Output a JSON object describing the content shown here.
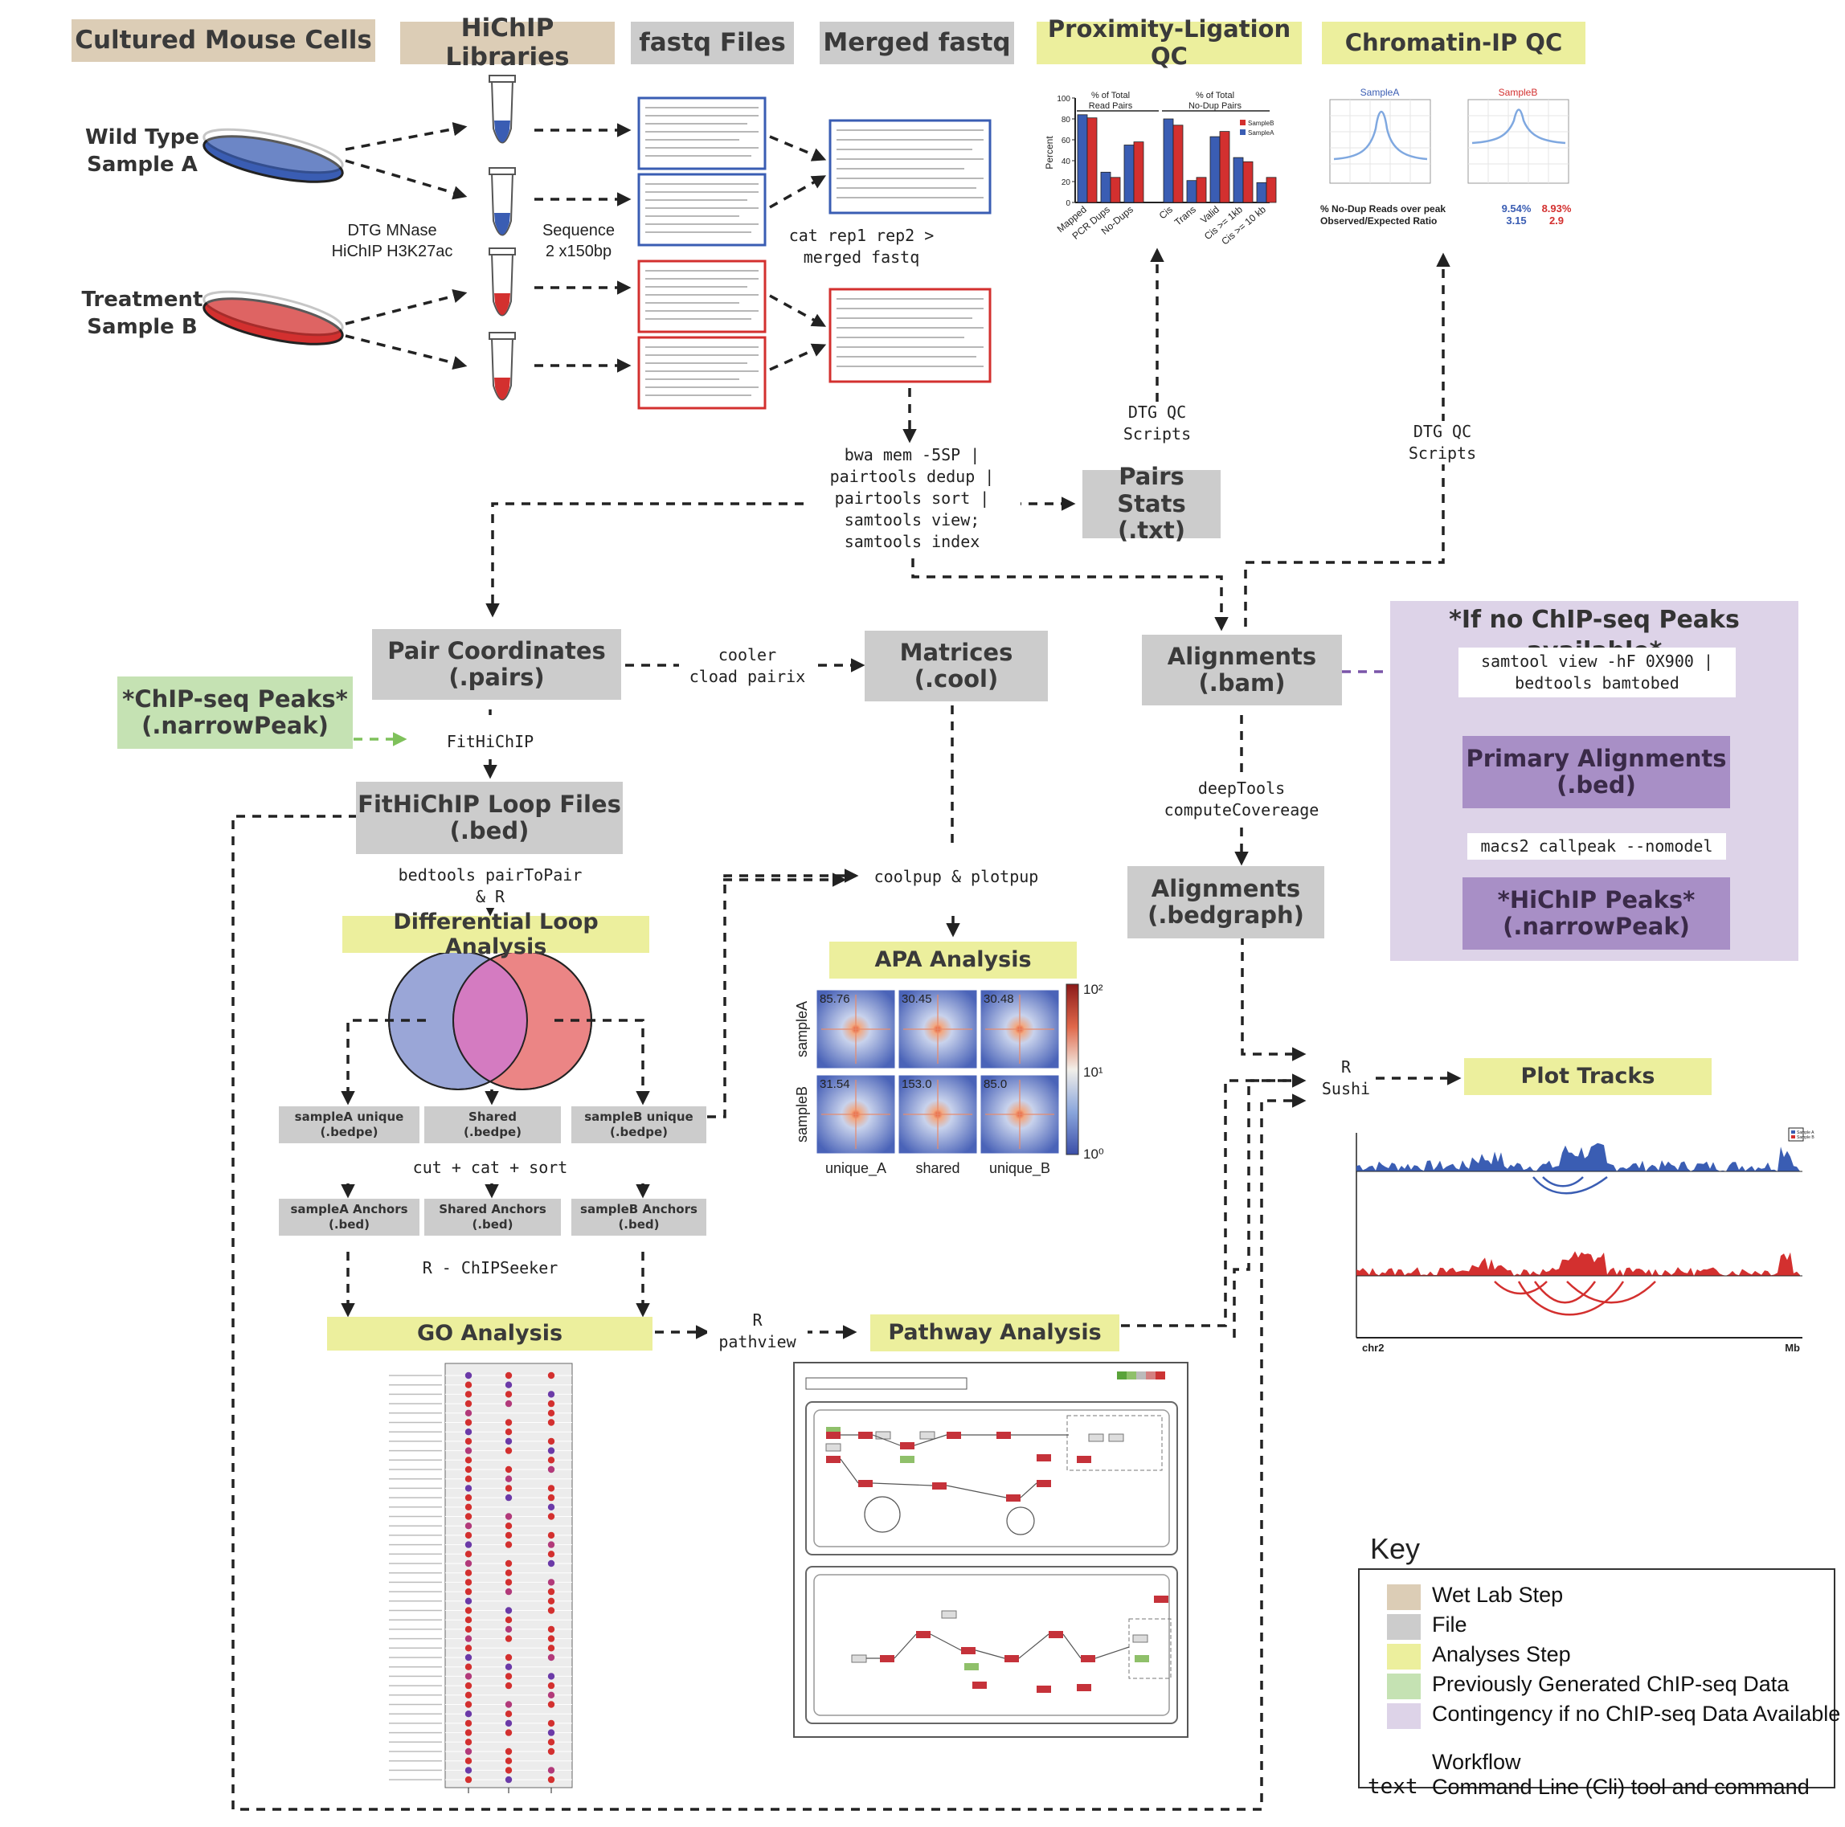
{
  "wet": {
    "cultured_cells": "Cultured Mouse Cells",
    "hichip_libraries": "HiChIP Libraries",
    "sample_a": "Wild Type\nSample A",
    "sample_b": "Treatment\nSample B",
    "protocol": "DTG MNase\nHiChIP H3K27ac",
    "sequence": "Sequence\n2 x150bp"
  },
  "files": {
    "fastq": "fastq Files",
    "merged_fastq": "Merged fastq",
    "pairs_stats": "Pairs Stats\n(.txt)",
    "pair_coordinates": "Pair Coordinates\n(.pairs)",
    "matrices": "Matrices\n(.cool)",
    "alignments_bam": "Alignments\n(.bam)",
    "fithichip_loops": "FitHiChIP Loop Files\n(.bed)",
    "alignments_bedgraph": "Alignments\n(.bedgraph)",
    "samplea_unique": "sampleA unique\n(.bedpe)",
    "shared": "Shared\n(.bedpe)",
    "sampleb_unique": "sampleB unique\n(.bedpe)",
    "samplea_anchors": "sampleA Anchors\n(.bed)",
    "shared_anchors": "Shared Anchors\n(.bed)",
    "sampleb_anchors": "sampleB Anchors\n(.bed)"
  },
  "analyses": {
    "proximity_qc": "Proximity-Ligation QC",
    "chromatin_qc": "Chromatin-IP QC",
    "differential_loop": "Differential Loop Analysis",
    "apa": "APA Analysis",
    "go": "GO Analysis",
    "pathway": "Pathway Analysis",
    "plot_tracks": "Plot Tracks"
  },
  "chip": {
    "chipseq_peaks": "*ChIP-seq Peaks*\n(.narrowPeak)"
  },
  "contingency": {
    "title": "*If no ChIP-seq Peaks available*",
    "cmd1": "samtool view -hF 0X900 |\nbedtools bamtobed",
    "primary": "Primary Alignments\n(.bed)",
    "cmd2": "macs2 callpeak --nomodel",
    "hichip_peaks": "*HiChIP Peaks*\n(.narrowPeak)"
  },
  "commands": {
    "cat": "cat rep1 rep2 >\nmerged fastq",
    "bwa": "bwa mem -5SP |\npairtools dedup |\npairtools sort |\nsamtools view;\nsamtools index",
    "dtg_qc_1": "DTG QC\nScripts",
    "dtg_qc_2": "DTG QC\nScripts",
    "cooler": "cooler\ncload pairix",
    "fithichip": "FitHiChIP",
    "deeptools": "deepTools\ncomputeCovereage",
    "bedtools": "bedtools pairToPair\n& R",
    "coolpup": "coolpup & plotpup",
    "cutcat": "cut + cat + sort",
    "chipseeker": "R - ChIPSeeker",
    "pathview": "R\npathview",
    "sushi": "R\nSushi"
  },
  "qc_chart": {
    "ylabel": "Percent",
    "group1": "% of Total\nRead Pairs",
    "group2": "% of Total\nNo-Dup Pairs",
    "legend": [
      "SampleB",
      "SampleA"
    ],
    "categories": [
      "Mapped",
      "PCR Dups",
      "No-Dups",
      "Cis",
      "Trans",
      "Valid",
      "Cis >= 1kb",
      "Cis >= 10 kb"
    ],
    "yticks": [
      "0",
      "20",
      "40",
      "60",
      "80",
      "100"
    ]
  },
  "chart_data": {
    "type": "bar",
    "categories": [
      "Mapped",
      "PCR Dups",
      "No-Dups",
      "Cis",
      "Trans",
      "Valid",
      "Cis >= 1kb",
      "Cis >= 10 kb"
    ],
    "series": [
      {
        "name": "SampleA",
        "values": [
          84,
          29,
          55,
          80,
          21,
          63,
          43,
          19
        ]
      },
      {
        "name": "SampleB",
        "values": [
          81,
          24,
          58,
          74,
          24,
          68,
          39,
          24
        ]
      }
    ],
    "ylabel": "Percent",
    "ylim": [
      0,
      100
    ]
  },
  "chip_qc": {
    "sampleA_title": "SampleA",
    "sampleB_title": "SampleB",
    "row1_label": "% No-Dup Reads over peak",
    "row2_label": "Observed/Expected Ratio",
    "a_val1": "9.54%",
    "b_val1": "8.93%",
    "a_val2": "3.15",
    "b_val2": "2.9"
  },
  "apa": {
    "row_labels": [
      "sampleA",
      "sampleB"
    ],
    "col_labels": [
      "unique_A",
      "shared",
      "unique_B"
    ],
    "values": [
      [
        "85.76",
        "30.45",
        "30.48"
      ],
      [
        "31.54",
        "153.0",
        "85.0"
      ]
    ],
    "colorbar": [
      "10²",
      "10¹",
      "10⁰"
    ]
  },
  "tracks": {
    "chrom": "chr2",
    "unit": "Mb",
    "legend": [
      "Sample A",
      "Sample B"
    ]
  },
  "key": {
    "title": "Key",
    "items": [
      {
        "label": "Wet Lab Step",
        "color": "#dccdb6"
      },
      {
        "label": "File",
        "color": "#cccccc"
      },
      {
        "label": "Analyses Step",
        "color": "#ecef9d"
      },
      {
        "label": "Previously Generated ChIP-seq Data",
        "color": "#c5e2b3"
      },
      {
        "label": "Contingency if no ChIP-seq Data Available",
        "color": "#ddd3e8"
      }
    ],
    "workflow": "Workflow",
    "text_word": "text",
    "cli": "Command Line (Cli) tool and command"
  },
  "colors": {
    "sample_a": "#3a5db3",
    "sample_b": "#d3302f",
    "purple_arrow": "#7a55a8",
    "green_arrow": "#7fc15b"
  }
}
